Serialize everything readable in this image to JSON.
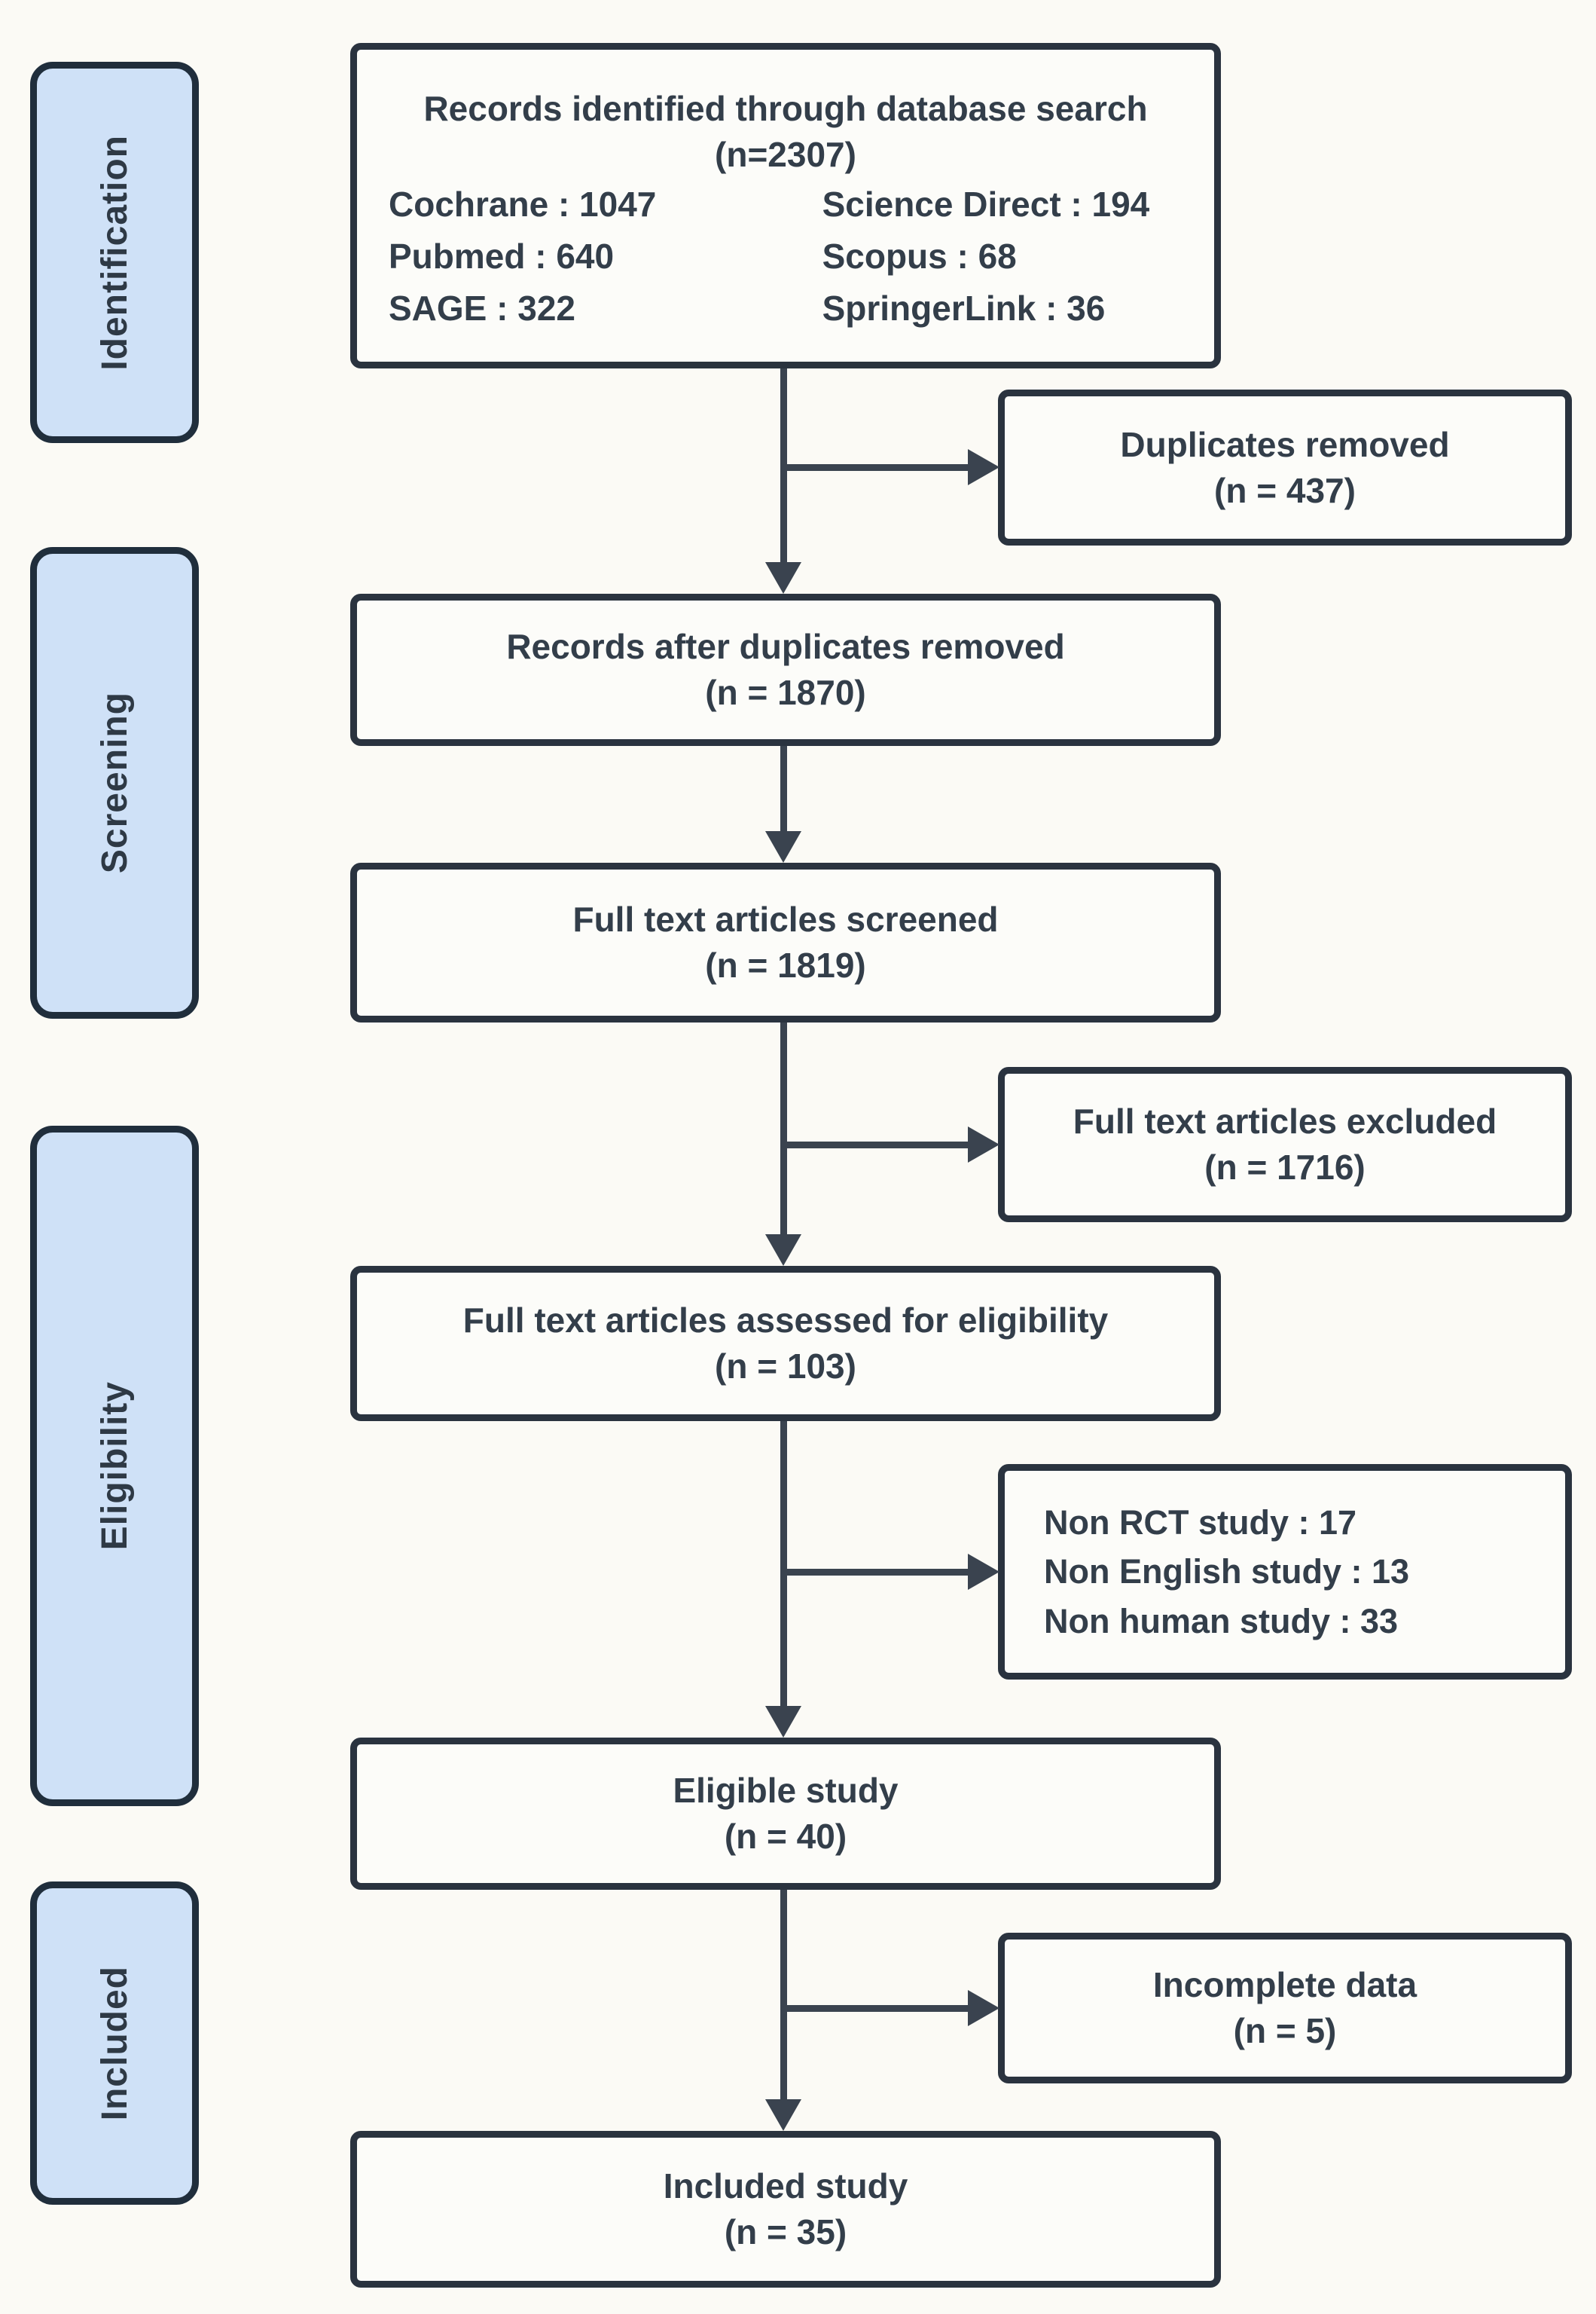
{
  "diagram": {
    "type": "prisma-flowchart",
    "stages": [
      {
        "label": "Identification"
      },
      {
        "label": "Screening"
      },
      {
        "label": "Eligibility"
      },
      {
        "label": "Included"
      }
    ],
    "main_boxes": [
      {
        "title": "Records identified through database search",
        "count": "(n=2307)",
        "sources": [
          "Cochrane : 1047",
          "Science Direct : 194",
          "Pubmed : 640",
          "Scopus : 68",
          "SAGE : 322",
          "SpringerLink : 36"
        ]
      },
      {
        "title": "Records after duplicates removed",
        "count": "(n = 1870)"
      },
      {
        "title": "Full text articles screened",
        "count": "(n = 1819)"
      },
      {
        "title": "Full text articles assessed for eligibility",
        "count": "(n = 103)"
      },
      {
        "title": "Eligible study",
        "count": "(n = 40)"
      },
      {
        "title": "Included study",
        "count": "(n = 35)"
      }
    ],
    "side_boxes": [
      {
        "title": "Duplicates removed",
        "count": "(n = 437)"
      },
      {
        "title": "Full text articles excluded",
        "count": "(n = 1716)"
      },
      {
        "reasons": [
          "Non RCT study : 17",
          "Non English study : 13",
          "Non human study : 33"
        ]
      },
      {
        "title": "Incomplete data",
        "count": "(n = 5)"
      }
    ],
    "colors": {
      "background": "#fbfaf5",
      "stage_fill": "#cfe1f7",
      "stage_border": "#202e3c",
      "box_fill": "#fcfcf9",
      "box_border": "#2a333f",
      "arrow": "#3a434f",
      "text": "#333e4a"
    }
  }
}
